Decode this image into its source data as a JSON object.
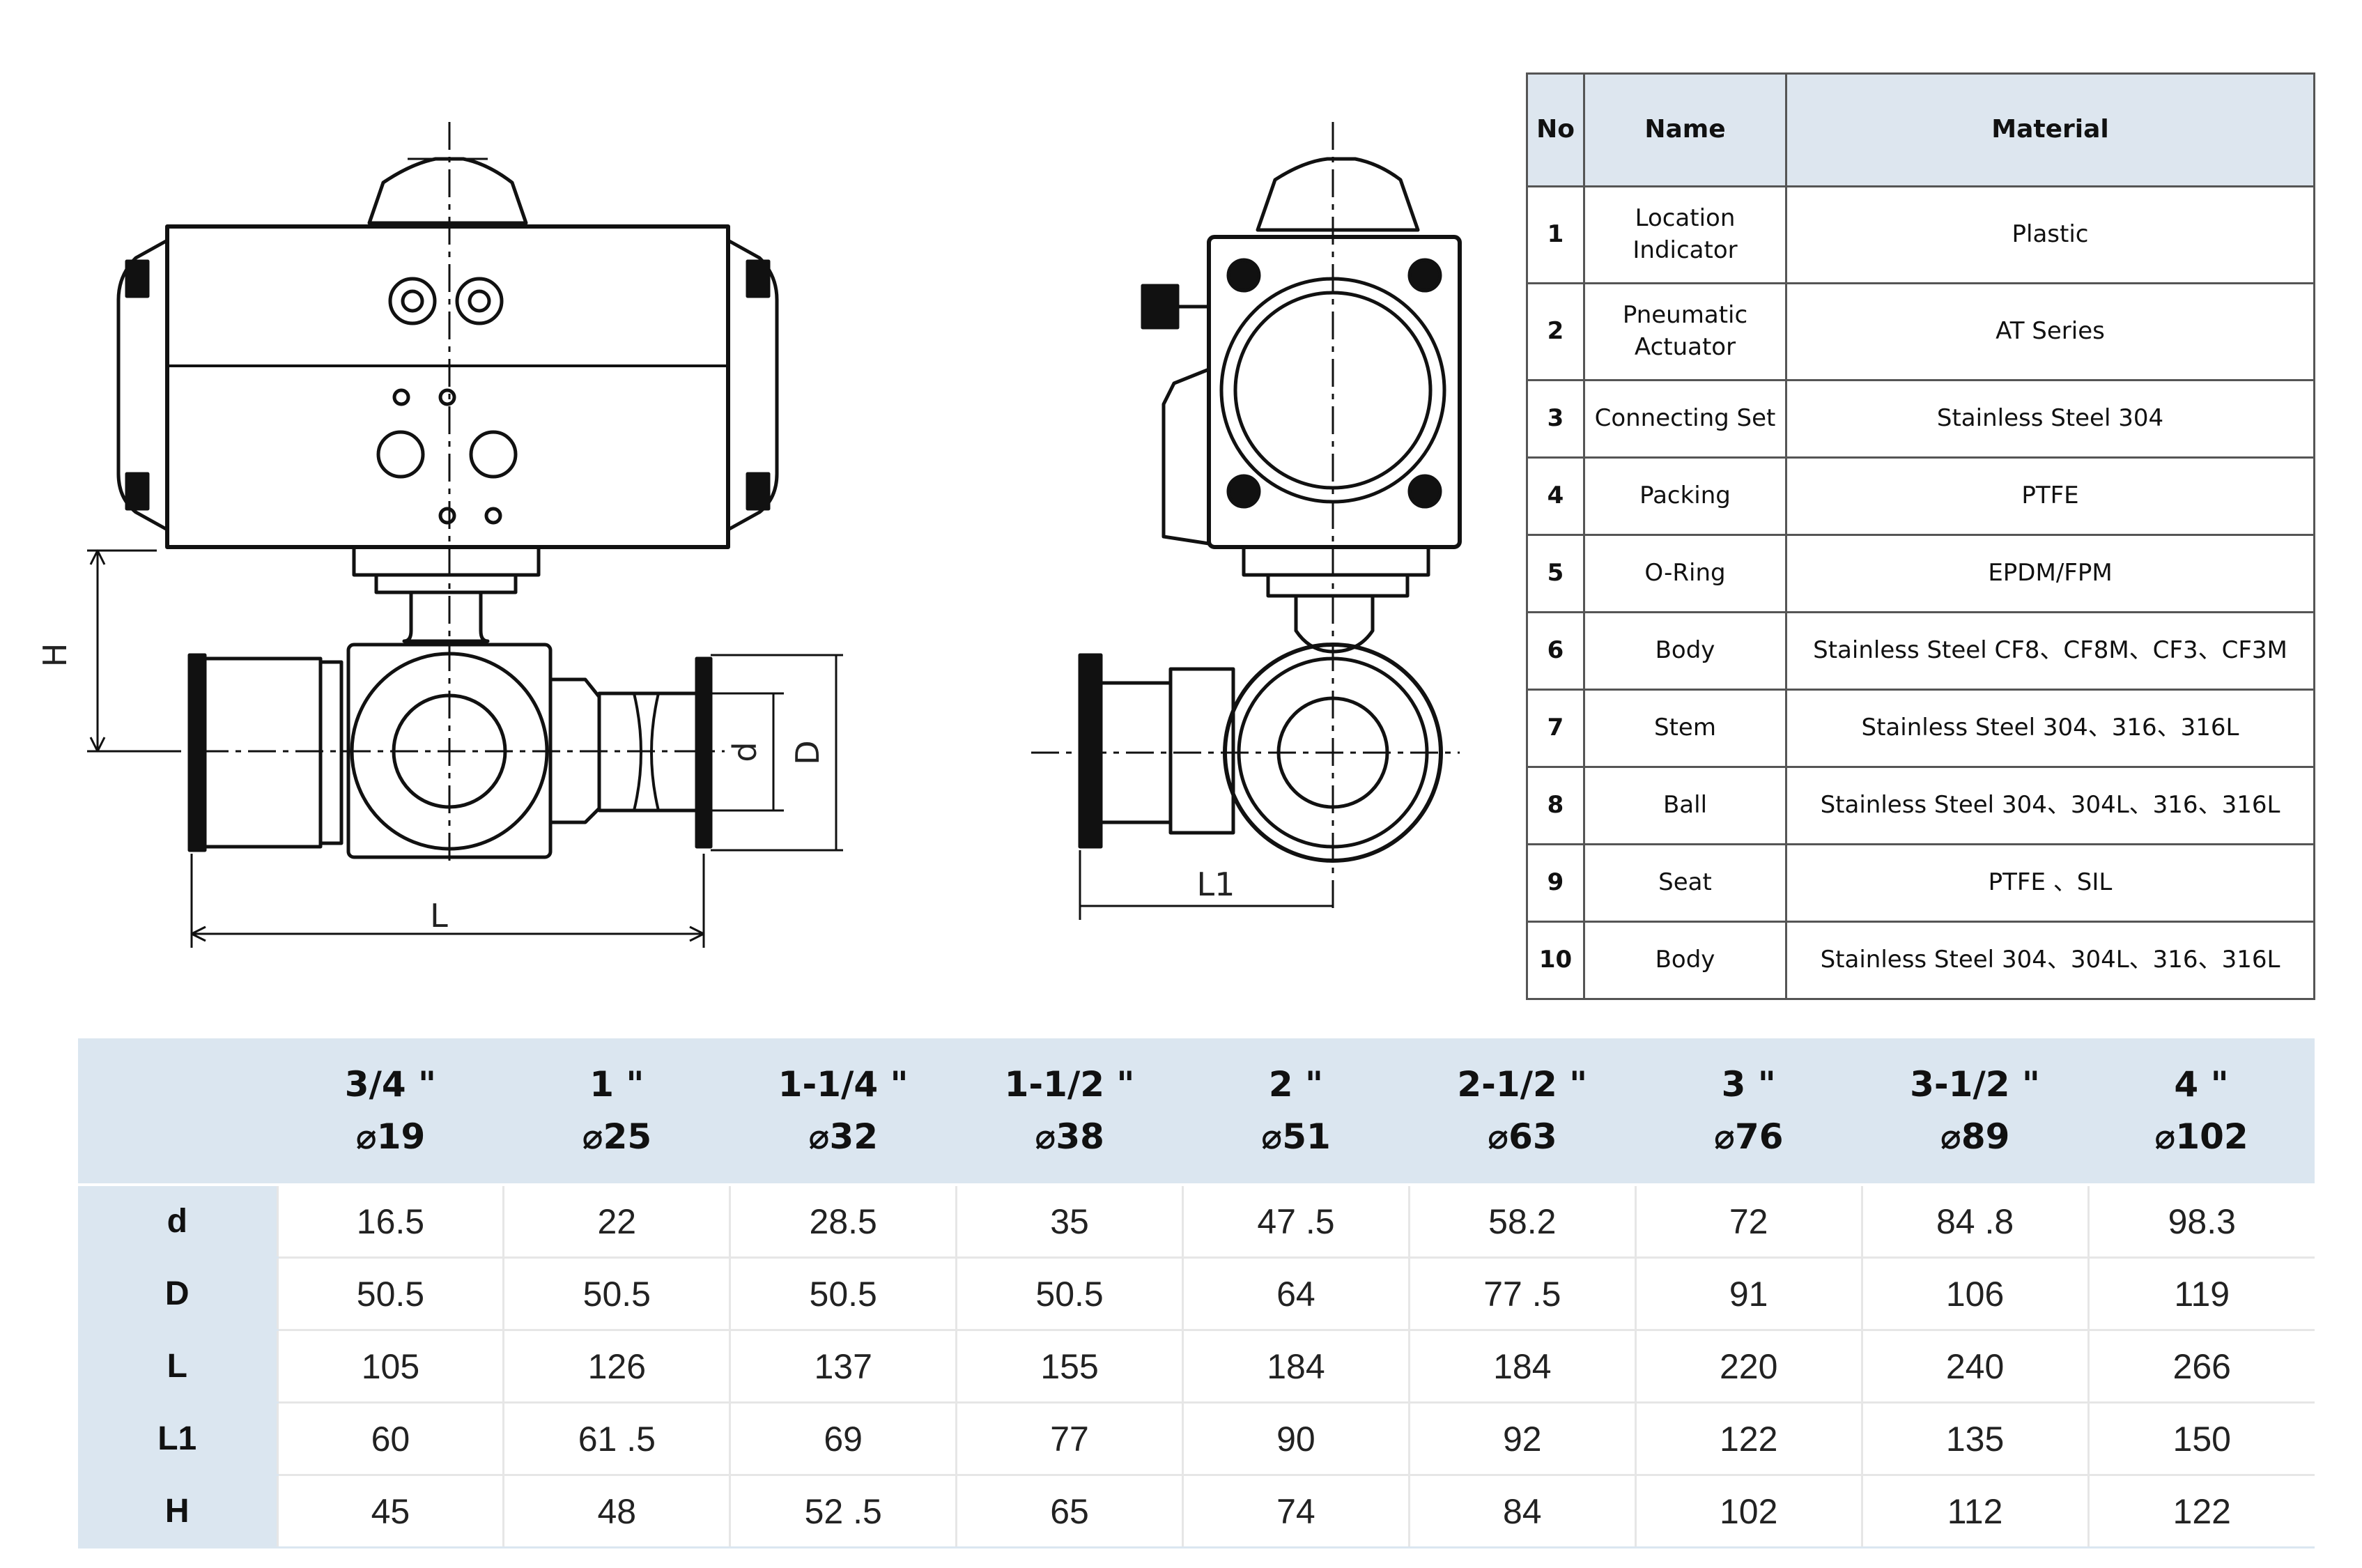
{
  "drawing": {
    "labels": {
      "H": "H",
      "d": "d",
      "D": "D",
      "L": "L",
      "L1": "L1"
    }
  },
  "materials": {
    "headers": {
      "no": "No",
      "name": "Name",
      "material": "Material"
    },
    "rows": [
      {
        "no": "1",
        "name": "Location Indicator",
        "material": "Plastic"
      },
      {
        "no": "2",
        "name": "Pneumatic Actuator",
        "material": "AT Series"
      },
      {
        "no": "3",
        "name": "Connecting Set",
        "material": "Stainless Steel 304"
      },
      {
        "no": "4",
        "name": "Packing",
        "material": "PTFE"
      },
      {
        "no": "5",
        "name": "O-Ring",
        "material": "EPDM/FPM"
      },
      {
        "no": "6",
        "name": "Body",
        "material": "Stainless Steel CF8、CF8M、CF3、CF3M"
      },
      {
        "no": "7",
        "name": "Stem",
        "material": "Stainless Steel 304、316、316L"
      },
      {
        "no": "8",
        "name": "Ball",
        "material": "Stainless Steel 304、304L、316、316L"
      },
      {
        "no": "9",
        "name": "Seat",
        "material": "PTFE 、SIL"
      },
      {
        "no": "10",
        "name": "Body",
        "material": "Stainless Steel 304、304L、316、316L"
      }
    ]
  },
  "sizes": {
    "columns": [
      {
        "size": "3/4 \"",
        "dia": "⌀19"
      },
      {
        "size": "1 \"",
        "dia": "⌀25"
      },
      {
        "size": "1-1/4 \"",
        "dia": "⌀32"
      },
      {
        "size": "1-1/2 \"",
        "dia": "⌀38"
      },
      {
        "size": "2 \"",
        "dia": "⌀51"
      },
      {
        "size": "2-1/2 \"",
        "dia": "⌀63"
      },
      {
        "size": "3 \"",
        "dia": "⌀76"
      },
      {
        "size": "3-1/2 \"",
        "dia": "⌀89"
      },
      {
        "size": "4 \"",
        "dia": "⌀102"
      }
    ],
    "rows": [
      {
        "label": "d",
        "values": [
          "16.5",
          "22",
          "28.5",
          "35",
          "47 .5",
          "58.2",
          "72",
          "84 .8",
          "98.3"
        ]
      },
      {
        "label": "D",
        "values": [
          "50.5",
          "50.5",
          "50.5",
          "50.5",
          "64",
          "77 .5",
          "91",
          "106",
          "119"
        ]
      },
      {
        "label": "L",
        "values": [
          "105",
          "126",
          "137",
          "155",
          "184",
          "184",
          "220",
          "240",
          "266"
        ]
      },
      {
        "label": "L1",
        "values": [
          "60",
          "61 .5",
          "69",
          "77",
          "90",
          "92",
          "122",
          "135",
          "150"
        ]
      },
      {
        "label": "H",
        "values": [
          "45",
          "48",
          "52 .5",
          "65",
          "74",
          "84",
          "102",
          "112",
          "122"
        ]
      }
    ]
  }
}
